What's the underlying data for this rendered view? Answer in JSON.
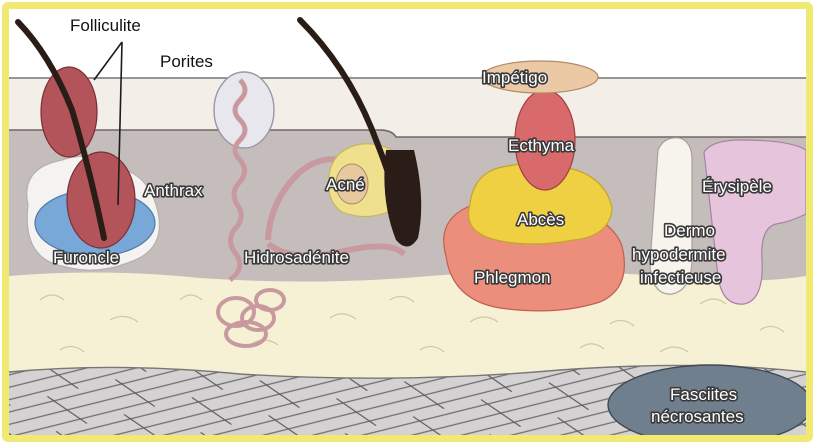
{
  "diagram": {
    "labels": {
      "folliculite": "Folliculite",
      "porites": "Porites",
      "impetigo": "Impétigo",
      "ecthyma": "Ecthyma",
      "anthrax": "Anthrax",
      "acne": "Acné",
      "erysipele": "Érysipèle",
      "abces": "Abcès",
      "furoncle": "Furoncle",
      "hidrosadenite": "Hidrosadénite",
      "dermo": "Dermo",
      "hypodermite": "hypodermite",
      "infectieuse": "infectieuse",
      "phlegmon": "Phlegmon",
      "fasciites": "Fasciites",
      "necrosantes": "nécrosantes"
    },
    "colors": {
      "frame": "#f1ea72",
      "epidermis": "#f3efe8",
      "dermis": "#c4bdbc",
      "hypodermis": "#f6f1d4",
      "fascia": "#d3d1d1",
      "hair": "#2a1d18",
      "follicle": "#b3545a",
      "impetigo": "#ebc9a5",
      "ecthyma": "#d86a6c",
      "abces": "#efd043",
      "phlegmon": "#eb8f7c",
      "erysipele": "#e6c4dc",
      "fasciites": "#6f7f8d",
      "furoncle": "#78a8d8",
      "acne_ring": "#efe08e"
    }
  }
}
